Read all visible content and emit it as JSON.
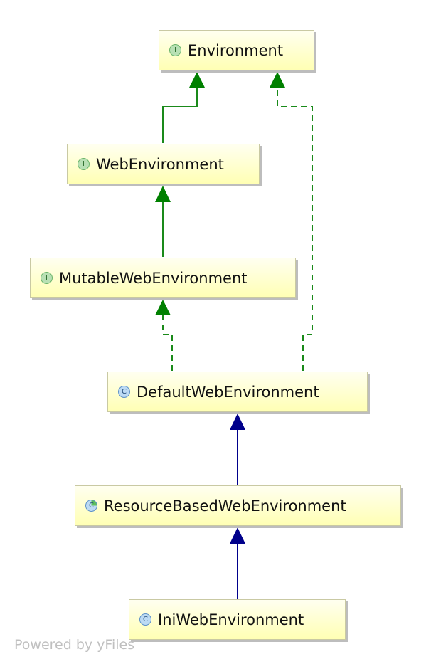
{
  "nodes": [
    {
      "id": "environment",
      "label": "Environment",
      "kind": "interface",
      "icon_letter": "I"
    },
    {
      "id": "web-environment",
      "label": "WebEnvironment",
      "kind": "interface",
      "icon_letter": "I"
    },
    {
      "id": "mutable-web-environment",
      "label": "MutableWebEnvironment",
      "kind": "interface",
      "icon_letter": "I"
    },
    {
      "id": "default-web-environment",
      "label": "DefaultWebEnvironment",
      "kind": "class",
      "icon_letter": "C"
    },
    {
      "id": "resource-based-web-environment",
      "label": "ResourceBasedWebEnvironment",
      "kind": "abstract-class",
      "icon_letter": "C"
    },
    {
      "id": "ini-web-environment",
      "label": "IniWebEnvironment",
      "kind": "class",
      "icon_letter": "C"
    }
  ],
  "edges": [
    {
      "from": "web-environment",
      "to": "environment",
      "type": "extends-interface",
      "style": "solid",
      "color": "#008000"
    },
    {
      "from": "mutable-web-environment",
      "to": "web-environment",
      "type": "extends-interface",
      "style": "solid",
      "color": "#008000"
    },
    {
      "from": "default-web-environment",
      "to": "mutable-web-environment",
      "type": "implements",
      "style": "dashed",
      "color": "#008000"
    },
    {
      "from": "default-web-environment",
      "to": "environment",
      "type": "implements",
      "style": "dashed",
      "color": "#008000"
    },
    {
      "from": "resource-based-web-environment",
      "to": "default-web-environment",
      "type": "extends",
      "style": "solid",
      "color": "#00008b"
    },
    {
      "from": "ini-web-environment",
      "to": "resource-based-web-environment",
      "type": "extends",
      "style": "solid",
      "color": "#00008b"
    }
  ],
  "footer": "Powered by yFiles"
}
